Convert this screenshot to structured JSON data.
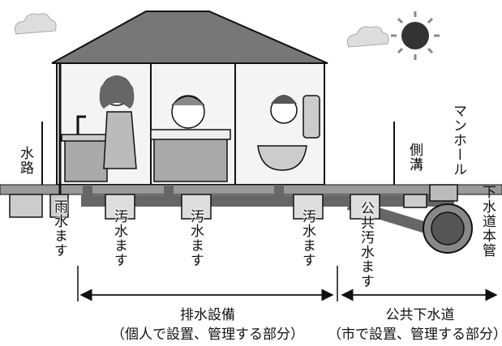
{
  "labels": {
    "waterway": "水路",
    "rain_basin": "雨水ます",
    "sewage_basin_1": "汚水ます",
    "sewage_basin_2": "汚水ます",
    "sewage_basin_3": "汚水ます",
    "public_sewage_basin": "公共汚水ます",
    "side_ditch": "側溝",
    "manhole": "マンホール",
    "sewer_main": "下水道本管"
  },
  "sections": {
    "drainage": {
      "title": "排水設備",
      "note": "（個人で設置、管理する部分）"
    },
    "public_sewer": {
      "title": "公共下水道",
      "note": "（市で設置、管理する部分）"
    }
  },
  "icons": {
    "sun": "sun-icon",
    "cloud_left": "cloud-icon",
    "cloud_right": "cloud-icon"
  }
}
